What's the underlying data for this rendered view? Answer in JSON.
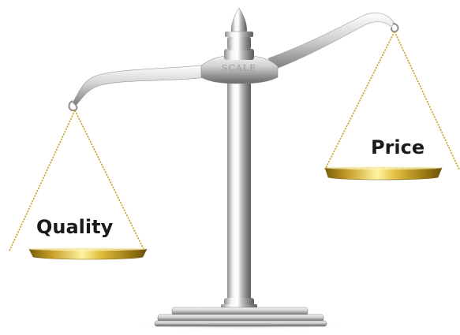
{
  "labels": {
    "left_pan": "Quality",
    "right_pan": "Price",
    "engraving": "SCALE"
  }
}
